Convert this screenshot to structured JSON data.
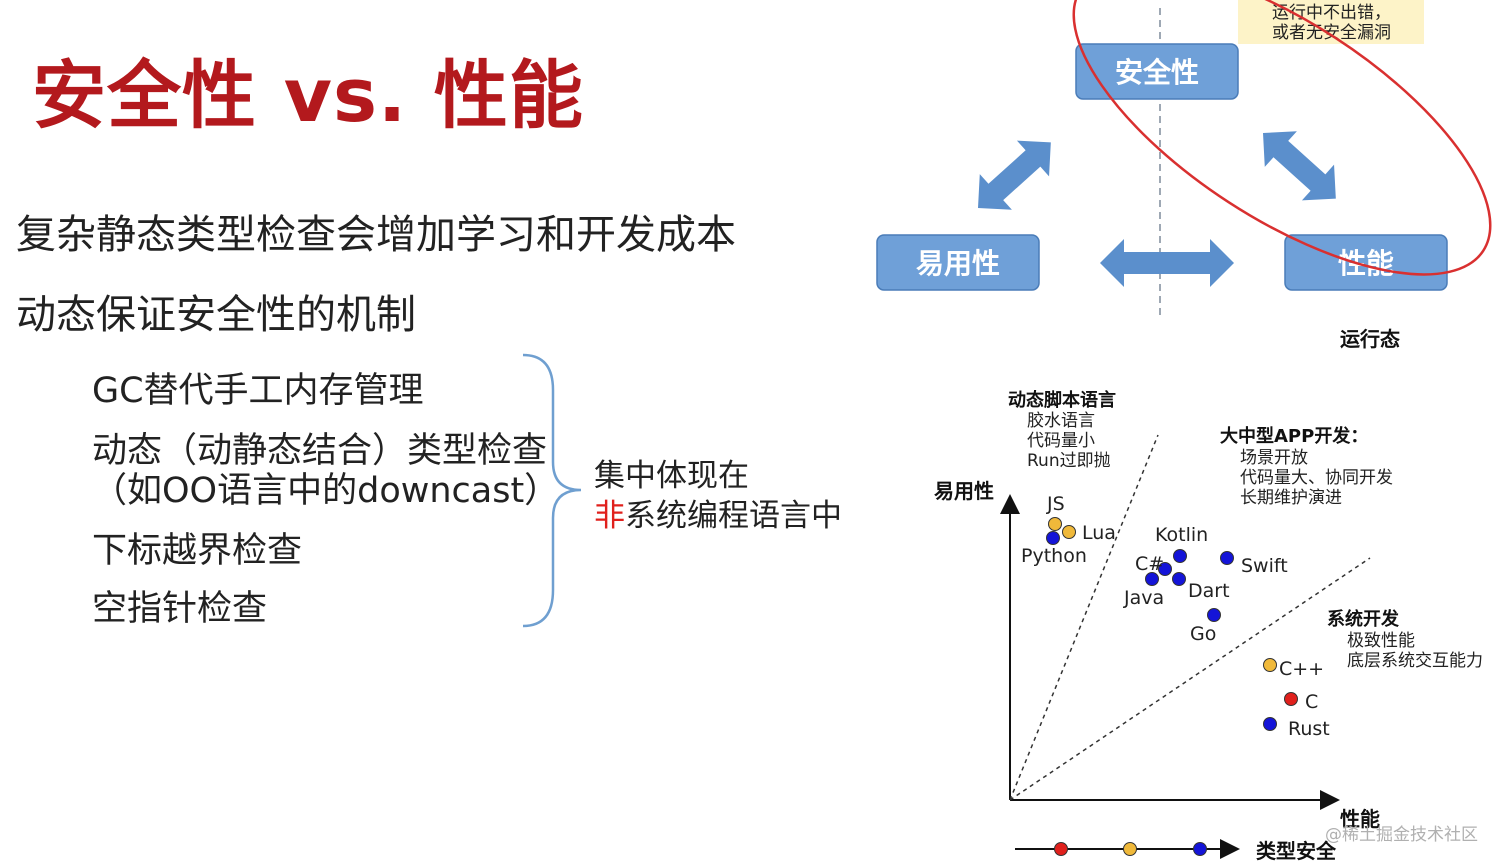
{
  "title": "安全性 vs. 性能",
  "points": [
    "复杂静态类型检查会增加学习和开发成本",
    "动态保证安全性的机制"
  ],
  "sub_points": [
    "GC替代手工内存管理",
    "动态（动静态结合）类型检查",
    "（如OO语言中的downcast）",
    "下标越界检查",
    "空指针检查"
  ],
  "brace_note": {
    "line1": "集中体现在",
    "line2_red": "非",
    "line2_rest": "系统编程语言中"
  },
  "triangle": {
    "top": "安全性",
    "left": "易用性",
    "right": "性能",
    "runtime_label": "运行态",
    "callout": [
      "运行中不出错，",
      "或者无安全漏洞"
    ]
  },
  "scatter": {
    "y_axis_label": "易用性",
    "x_axis_label": "性能",
    "bottom_axis_label": "类型安全",
    "group_dynamic": {
      "title": "动态脚本语言",
      "items": [
        "胶水语言",
        "代码量小",
        "Run过即抛"
      ]
    },
    "group_app": {
      "title": "大中型APP开发：",
      "items": [
        "场景开放",
        "代码量大、协同开发",
        "长期维护演进"
      ]
    },
    "group_system": {
      "title": "系统开发",
      "items": [
        "极致性能",
        "底层系统交互能力"
      ]
    },
    "languages": [
      {
        "name": "JS",
        "color": "#f0b93a"
      },
      {
        "name": "Lua",
        "color": "#f0b93a"
      },
      {
        "name": "Python",
        "color": "#1414d8"
      },
      {
        "name": "Kotlin",
        "color": "#1414d8"
      },
      {
        "name": "Swift",
        "color": "#1414d8"
      },
      {
        "name": "C#",
        "color": "#1414d8"
      },
      {
        "name": "Java",
        "color": "#1414d8"
      },
      {
        "name": "Dart",
        "color": "#1414d8"
      },
      {
        "name": "Go",
        "color": "#1414d8"
      },
      {
        "name": "C++",
        "color": "#f0b93a"
      },
      {
        "name": "C",
        "color": "#e0201c"
      },
      {
        "name": "Rust",
        "color": "#1414d8"
      }
    ]
  },
  "colors": {
    "title": "#b3191d",
    "box_fill": "#6fa0d8",
    "box_stroke": "#4a7cb8",
    "arrow": "#5b8fcc",
    "ellipse": "#d93030",
    "callout_bg": "#fdf3c8",
    "brace": "#6f9fd0"
  },
  "watermark": "@稀土掘金技术社区"
}
